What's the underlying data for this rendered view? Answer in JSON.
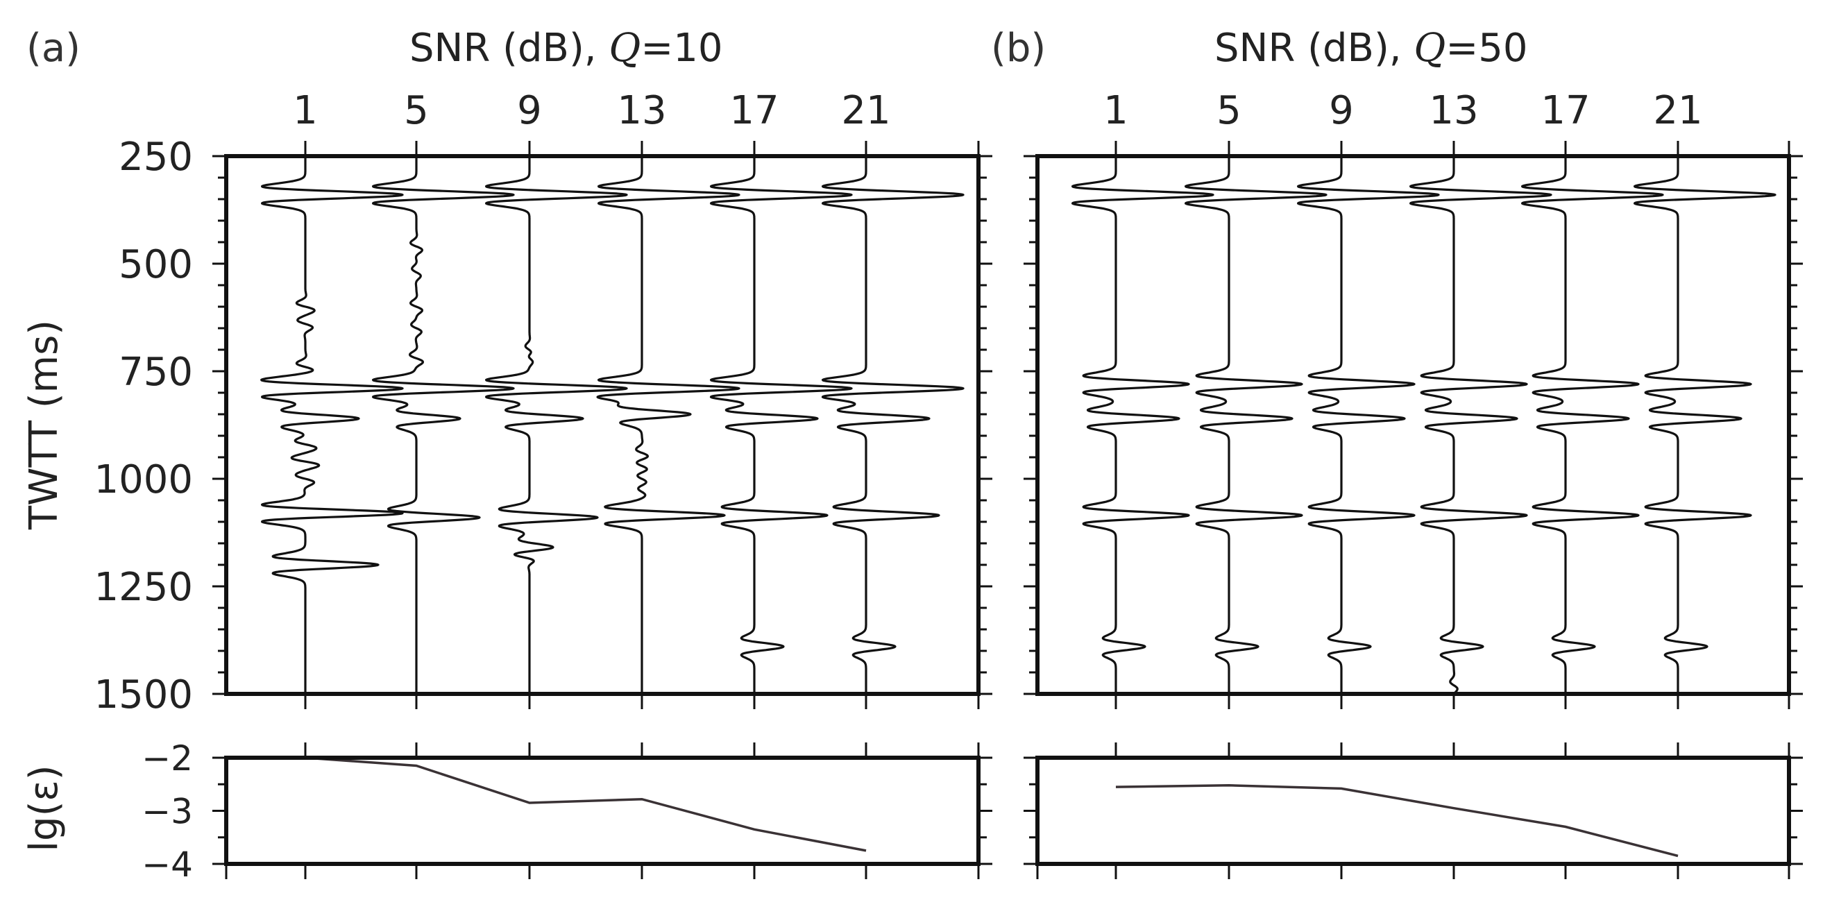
{
  "panels": [
    {
      "label": "(a)",
      "title": "SNR (dB), Q=10",
      "title_prefix": "SNR (dB), ",
      "title_q": "Q",
      "title_suffix": "=10"
    },
    {
      "label": "(b)",
      "title": "SNR (dB), Q=50",
      "title_prefix": "SNR (dB), ",
      "title_q": "Q",
      "title_suffix": "=50"
    }
  ],
  "y_axis_label": "TWTT (ms)",
  "lg_axis_label": "lg(ε)",
  "chart_data": [
    {
      "type": "line",
      "panel": "(a)",
      "title": "SNR (dB), Q=10",
      "xlabel": "SNR (dB)",
      "ylabel": "TWTT (ms)",
      "x_ticks": [
        "1",
        "5",
        "9",
        "13",
        "17",
        "21"
      ],
      "y_ticks": [
        "250",
        "500",
        "750",
        "1000",
        "1250",
        "1500"
      ],
      "ylim": [
        250,
        1500
      ],
      "y_inverted": true,
      "description_type": "seismic wiggle traces",
      "traces": [
        {
          "snr": 1,
          "events": [
            {
              "t": 340,
              "a": 1.0
            },
            {
              "t": 790,
              "a": 1.0
            },
            {
              "t": 860,
              "a": 0.55
            },
            {
              "t": 1080,
              "a": 1.0
            },
            {
              "t": 1200,
              "a": 0.75
            }
          ],
          "noise": [
            {
              "t": 600,
              "a": 0.12
            },
            {
              "t": 640,
              "a": 0.1
            },
            {
              "t": 740,
              "a": 0.12
            },
            {
              "t": 920,
              "a": 0.14
            },
            {
              "t": 960,
              "a": 0.18
            },
            {
              "t": 1000,
              "a": 0.12
            }
          ]
        },
        {
          "snr": 5,
          "events": [
            {
              "t": 340,
              "a": 1.0
            },
            {
              "t": 790,
              "a": 1.0
            },
            {
              "t": 860,
              "a": 0.45
            },
            {
              "t": 1090,
              "a": 0.65
            }
          ],
          "noise": [
            {
              "t": 460,
              "a": 0.08
            },
            {
              "t": 520,
              "a": 0.06
            },
            {
              "t": 600,
              "a": 0.08
            },
            {
              "t": 650,
              "a": 0.07
            },
            {
              "t": 720,
              "a": 0.09
            }
          ]
        },
        {
          "snr": 9,
          "events": [
            {
              "t": 340,
              "a": 1.0
            },
            {
              "t": 790,
              "a": 1.0
            },
            {
              "t": 860,
              "a": 0.55
            },
            {
              "t": 1090,
              "a": 0.7
            },
            {
              "t": 1160,
              "a": 0.25
            }
          ],
          "noise": [
            {
              "t": 700,
              "a": 0.06
            },
            {
              "t": 720,
              "a": 0.05
            },
            {
              "t": 1180,
              "a": 0.12
            }
          ]
        },
        {
          "snr": 13,
          "events": [
            {
              "t": 340,
              "a": 1.0
            },
            {
              "t": 790,
              "a": 1.0
            },
            {
              "t": 850,
              "a": 0.5
            },
            {
              "t": 1085,
              "a": 0.85
            }
          ],
          "noise": [
            {
              "t": 940,
              "a": 0.08
            },
            {
              "t": 970,
              "a": 0.07
            },
            {
              "t": 1000,
              "a": 0.06
            },
            {
              "t": 1030,
              "a": 0.05
            }
          ]
        },
        {
          "snr": 17,
          "events": [
            {
              "t": 340,
              "a": 1.0
            },
            {
              "t": 790,
              "a": 1.0
            },
            {
              "t": 860,
              "a": 0.65
            },
            {
              "t": 1085,
              "a": 0.75
            },
            {
              "t": 1390,
              "a": 0.3
            }
          ],
          "noise": []
        },
        {
          "snr": 21,
          "events": [
            {
              "t": 340,
              "a": 1.0
            },
            {
              "t": 790,
              "a": 1.0
            },
            {
              "t": 860,
              "a": 0.65
            },
            {
              "t": 1085,
              "a": 0.75
            },
            {
              "t": 1390,
              "a": 0.3
            }
          ],
          "noise": []
        }
      ]
    },
    {
      "type": "line",
      "panel": "(b)",
      "title": "SNR (dB), Q=50",
      "xlabel": "SNR (dB)",
      "ylabel": "TWTT (ms)",
      "x_ticks": [
        "1",
        "5",
        "9",
        "13",
        "17",
        "21"
      ],
      "y_ticks": [
        "250",
        "500",
        "750",
        "1000",
        "1250",
        "1500"
      ],
      "ylim": [
        250,
        1500
      ],
      "y_inverted": true,
      "description_type": "seismic wiggle traces",
      "traces": [
        {
          "snr": 1,
          "events": [
            {
              "t": 340,
              "a": 1.0
            },
            {
              "t": 780,
              "a": 0.75
            },
            {
              "t": 860,
              "a": 0.65
            },
            {
              "t": 1085,
              "a": 0.75
            },
            {
              "t": 1390,
              "a": 0.3
            }
          ],
          "noise": []
        },
        {
          "snr": 5,
          "events": [
            {
              "t": 340,
              "a": 1.0
            },
            {
              "t": 780,
              "a": 0.75
            },
            {
              "t": 860,
              "a": 0.65
            },
            {
              "t": 1085,
              "a": 0.75
            },
            {
              "t": 1390,
              "a": 0.3
            }
          ],
          "noise": []
        },
        {
          "snr": 9,
          "events": [
            {
              "t": 340,
              "a": 1.0
            },
            {
              "t": 780,
              "a": 0.75
            },
            {
              "t": 860,
              "a": 0.65
            },
            {
              "t": 1085,
              "a": 0.75
            },
            {
              "t": 1390,
              "a": 0.3
            }
          ],
          "noise": []
        },
        {
          "snr": 13,
          "events": [
            {
              "t": 340,
              "a": 1.0
            },
            {
              "t": 780,
              "a": 0.75
            },
            {
              "t": 860,
              "a": 0.65
            },
            {
              "t": 1085,
              "a": 0.75
            },
            {
              "t": 1390,
              "a": 0.3
            }
          ],
          "noise": [
            {
              "t": 1480,
              "a": 0.05
            }
          ]
        },
        {
          "snr": 17,
          "events": [
            {
              "t": 340,
              "a": 1.0
            },
            {
              "t": 780,
              "a": 0.75
            },
            {
              "t": 860,
              "a": 0.65
            },
            {
              "t": 1085,
              "a": 0.75
            },
            {
              "t": 1390,
              "a": 0.3
            }
          ],
          "noise": []
        },
        {
          "snr": 21,
          "events": [
            {
              "t": 340,
              "a": 1.0
            },
            {
              "t": 780,
              "a": 0.75
            },
            {
              "t": 860,
              "a": 0.65
            },
            {
              "t": 1085,
              "a": 0.75
            },
            {
              "t": 1390,
              "a": 0.3
            }
          ],
          "noise": []
        }
      ]
    },
    {
      "type": "line",
      "panel": "(a)",
      "xlabel": "SNR (dB)",
      "ylabel": "lg(ε)",
      "x": [
        1,
        5,
        9,
        13,
        17,
        21
      ],
      "y": [
        -2.0,
        -2.15,
        -2.85,
        -2.78,
        -3.35,
        -3.75
      ],
      "ylim": [
        -4,
        -2
      ],
      "y_ticks": [
        "−2",
        "−3",
        "−4"
      ]
    },
    {
      "type": "line",
      "panel": "(b)",
      "xlabel": "SNR (dB)",
      "ylabel": "lg(ε)",
      "x": [
        1,
        5,
        9,
        13,
        17,
        21
      ],
      "y": [
        -2.55,
        -2.52,
        -2.58,
        -2.95,
        -3.3,
        -3.85
      ],
      "ylim": [
        -4,
        -2
      ],
      "y_ticks": [
        "−2",
        "−3",
        "−4"
      ]
    }
  ]
}
